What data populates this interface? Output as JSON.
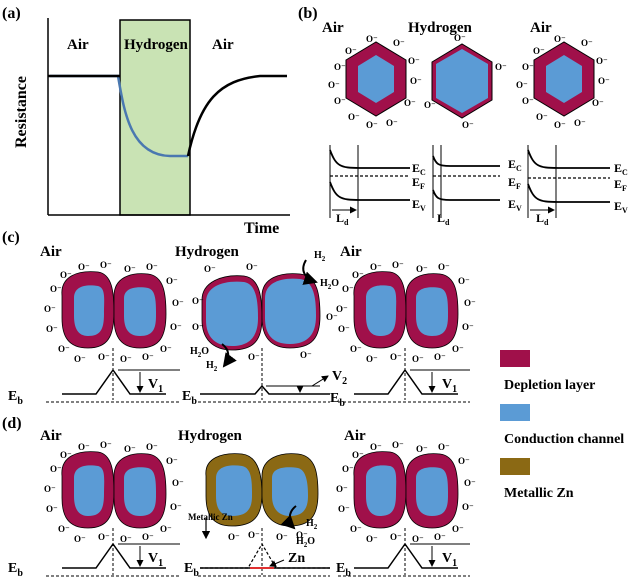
{
  "colors": {
    "depletion": "#A0104A",
    "conduction": "#5B9BD5",
    "zn": "#8B6914",
    "h2_band": "#C9E3B4",
    "curve_blue": "#4A78B0",
    "zn_line": "#E03030"
  },
  "panel_a": {
    "label": "(a)",
    "ylabel": "Resistance",
    "xlabel": "Time",
    "region_air1": "Air",
    "region_h2": "Hydrogen",
    "region_air2": "Air"
  },
  "panel_b": {
    "label": "(b)",
    "states": [
      "Air",
      "Hydrogen",
      "Air"
    ],
    "o_minus": "O⁻",
    "ec": "E",
    "ec_sub": "C",
    "ef": "E",
    "ef_sub": "F",
    "ev": "E",
    "ev_sub": "V",
    "ld": "L",
    "ld_sub": "d"
  },
  "panel_c": {
    "label": "(c)",
    "states": [
      "Air",
      "Hydrogen",
      "Air"
    ],
    "eb": "E",
    "eb_sub": "b",
    "v1": "V",
    "v1_sub": "1",
    "v2": "V",
    "v2_sub": "2",
    "h2_top": "H",
    "h2_top_sub": "2",
    "h2o_top": "H",
    "h2o_top_sub": "2",
    "h2o_top_o": "O",
    "h2o_bottom": "H",
    "h2o_bottom_sub": "2",
    "h2o_bottom_o": "O",
    "h2_bottom": "H",
    "h2_bottom_sub": "2"
  },
  "panel_d": {
    "label": "(d)",
    "states": [
      "Air",
      "Hydrogen",
      "Air"
    ],
    "eb": "E",
    "eb_sub": "b",
    "v1": "V",
    "v1_sub": "1",
    "metallic_zn": "Metallic Zn",
    "zn": "Zn",
    "h2": "H",
    "h2_sub": "2",
    "h2o": "H",
    "h2o_sub": "2",
    "h2o_o": "O"
  },
  "legend": {
    "depletion": "Depletion layer",
    "conduction": "Conduction channel",
    "metallic_zn": "Metallic Zn"
  }
}
